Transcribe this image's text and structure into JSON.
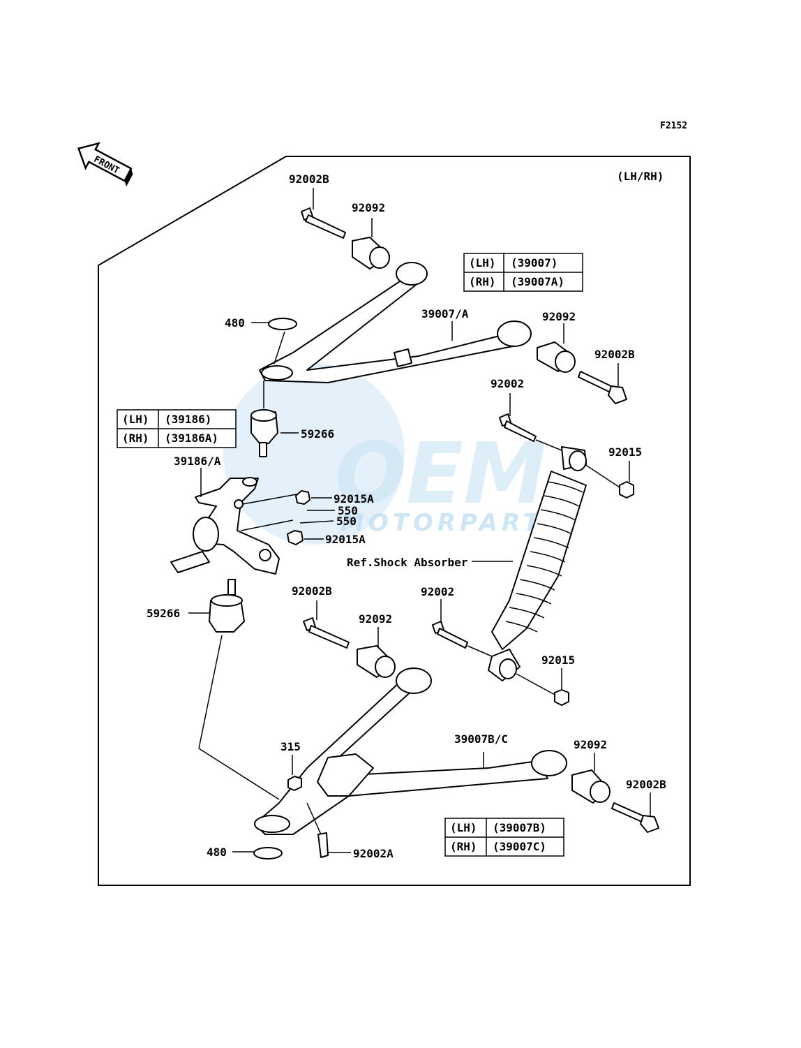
{
  "figure_code": "F2152",
  "front_label": "FRONT",
  "side_label": "(LH/RH)",
  "watermark": {
    "brand": "OEM",
    "sub": "MOTORPARTS"
  },
  "callouts": {
    "bolt_upper_left": "92002B",
    "bush_upper_left": "92092",
    "clip_upper": "480",
    "upper_arm": "39007/A",
    "bush_upper_right": "92092",
    "bolt_upper_right": "92002B",
    "bolt_shock_top": "92002",
    "nut_shock_top": "92015",
    "ball_joint_upper": "59266",
    "knuckle": "39186/A",
    "nut_knuckle_upper": "92015A",
    "pin_1": "550",
    "pin_2": "550",
    "nut_knuckle_lower": "92015A",
    "shock_ref": "Ref.Shock Absorber",
    "ball_joint_lower": "59266",
    "bolt_lower_left": "92002B",
    "bush_lower_left": "92092",
    "bolt_shock_bottom": "92002",
    "nut_shock_bottom": "92015",
    "nut_lower": "315",
    "lower_arm": "39007B/C",
    "bush_lower_right": "92092",
    "bolt_lower_right": "92002B",
    "clip_lower": "480",
    "bolt_lower_small": "92002A"
  },
  "tables": {
    "upper_arm": [
      [
        "(LH)",
        "(39007)"
      ],
      [
        "(RH)",
        "(39007A)"
      ]
    ],
    "knuckle": [
      [
        "(LH)",
        "(39186)"
      ],
      [
        "(RH)",
        "(39186A)"
      ]
    ],
    "lower_arm": [
      [
        "(LH)",
        "(39007B)"
      ],
      [
        "(RH)",
        "(39007C)"
      ]
    ]
  }
}
